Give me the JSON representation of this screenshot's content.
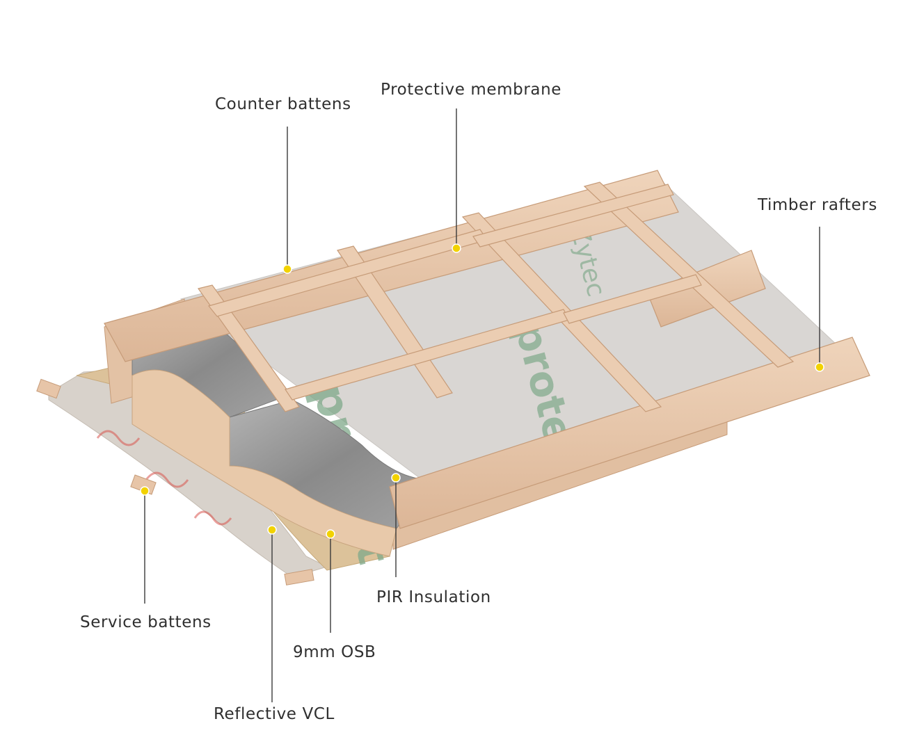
{
  "labels": {
    "counter_battens": "Counter battens",
    "protective_membrane": "Protective membrane",
    "timber_rafters": "Timber rafters",
    "pir_insulation": "PIR Insulation",
    "service_battens": "Service battens",
    "osb": "9mm OSB",
    "reflective_vcl": "Reflective VCL"
  },
  "membrane_text": {
    "brand_a": "protect",
    "brand_b": "Zytec"
  },
  "colors": {
    "timber": "#e9c9ad",
    "timber_dark": "#d2a98a",
    "membrane": "#d9d6d3",
    "membrane_text": "#7fa98a",
    "insulation_foil": "#8f8f8f",
    "osb": "#dcc29a",
    "vcl": "#d8d2cb",
    "vcl_print": "#d9534f",
    "marker": "#f2d200"
  }
}
